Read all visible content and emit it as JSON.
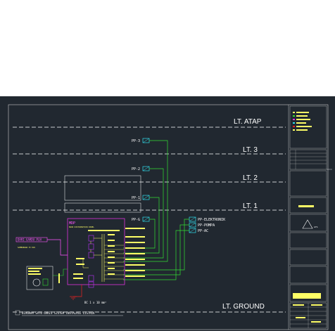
{
  "levels": [
    "LT. ATAP",
    "LT. 3",
    "LT. 2",
    "LT. 1",
    "LT. GROUND"
  ],
  "panels": {
    "pp3": "PP-3",
    "pp2": "PP-2",
    "pp1": "PP-1",
    "ppg": "PP-G",
    "elektronik": "PP-ELEKTRONIK",
    "pompa": "PP-POMPA",
    "ac": "PP-AC"
  },
  "mdp": {
    "title": "MDP"
  },
  "pln": {
    "label": "DARI GARDU PLN",
    "sub": "SAMBUNGAN 33 KVA"
  },
  "ground_cable": "BC 1 x 10 mm²",
  "diagram_title": "DIAGRAM SATU GARIS SISTEM INSTALASI LISTRIK",
  "title_block": {
    "logo": "AYS"
  },
  "colors": {
    "background": "#212830",
    "frame": "#c8c8c8",
    "level_line": "#ffffff",
    "feeder": "#33dd33",
    "panel_box": "#33ddee",
    "mdp_box": "#dd33dd",
    "cable_label": "#ffff66",
    "breaker": "#bb33ff",
    "grounding": "#ee2222",
    "pln_line": "#ff55ff"
  }
}
